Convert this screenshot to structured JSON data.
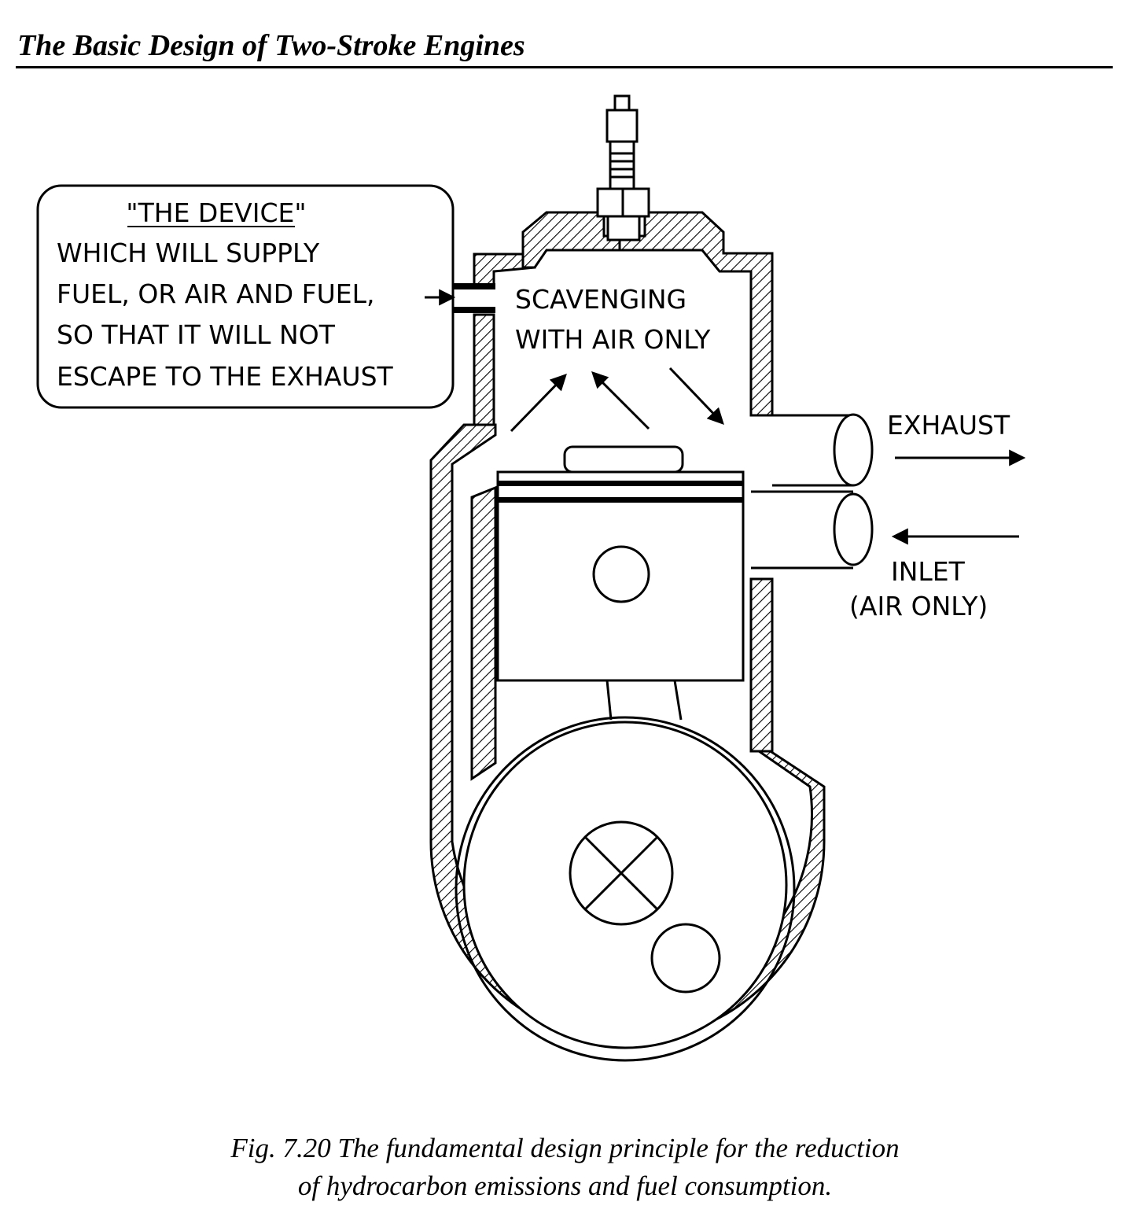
{
  "header": {
    "title": "The Basic Design of Two-Stroke Engines"
  },
  "callout": {
    "title": "\"THE DEVICE\"",
    "lines": [
      "WHICH WILL SUPPLY",
      "FUEL, OR AIR AND FUEL,",
      "SO THAT IT WILL NOT",
      "ESCAPE TO THE EXHAUST"
    ]
  },
  "labels": {
    "scavenging_1": "SCAVENGING",
    "scavenging_2": "WITH AIR ONLY",
    "exhaust": "EXHAUST",
    "inlet_1": "INLET",
    "inlet_2": "(AIR ONLY)"
  },
  "caption": {
    "line1": "Fig. 7.20 The fundamental design principle for the reduction",
    "line2": "of hydrocarbon emissions and fuel consumption."
  }
}
